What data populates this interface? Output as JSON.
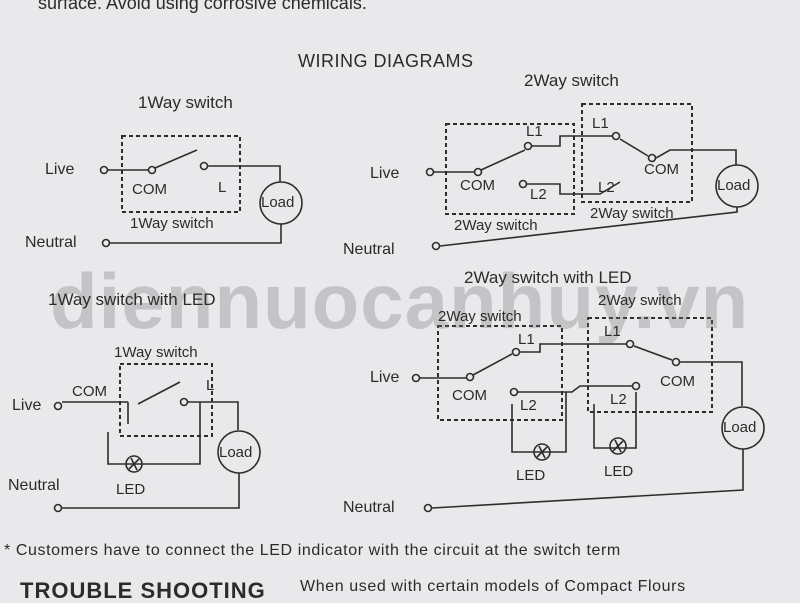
{
  "top_text": "surface. Avoid using corrosive chemicals.",
  "heading": "WIRING DIAGRAMS",
  "diagrams": {
    "one_way": {
      "title": "1Way switch",
      "live": "Live",
      "neutral": "Neutral",
      "com": "COM",
      "l": "L",
      "switch_label": "1Way switch",
      "load": "Load"
    },
    "two_way": {
      "title": "2Way switch",
      "live": "Live",
      "neutral": "Neutral",
      "com_left": "COM",
      "l1_left": "L1",
      "l2_left": "L2",
      "l1_right": "L1",
      "l2_right": "L2",
      "com_right": "COM",
      "load": "Load",
      "switch_left": "2Way switch",
      "switch_right": "2Way switch"
    },
    "one_way_led": {
      "title": "1Way switch with LED",
      "switch_label": "1Way switch",
      "com": "COM",
      "l": "L",
      "live": "Live",
      "neutral": "Neutral",
      "led": "LED",
      "load": "Load"
    },
    "two_way_led": {
      "title": "2Way switch with LED",
      "switch_left": "2Way switch",
      "switch_right": "2Way switch",
      "live": "Live",
      "neutral": "Neutral",
      "com_left": "COM",
      "l1_left": "L1",
      "l2_left": "L2",
      "l1_right": "L1",
      "l2_right": "L2",
      "com_right": "COM",
      "led_left": "LED",
      "led_right": "LED",
      "load": "Load"
    }
  },
  "watermark": "diennuocanhuy.vn",
  "note": "* Customers have to connect the LED indicator with the circuit at the switch term",
  "troubleshooting": {
    "heading": "TROUBLE SHOOTING",
    "text": "When used with certain models of Compact Flours"
  }
}
